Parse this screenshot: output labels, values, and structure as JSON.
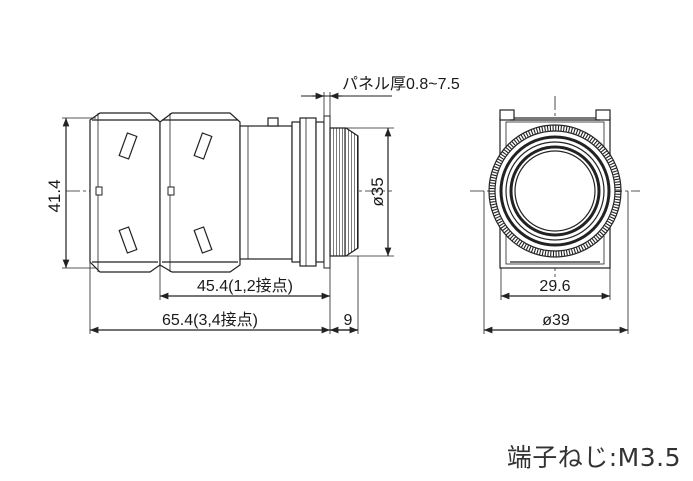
{
  "side_view": {
    "panel_thickness_label": "パネル厚0.8~7.5",
    "height_label": "41.4",
    "diameter_label": "ø35",
    "length_12_label": "45.4(1,2接点)",
    "length_34_label": "65.4(3,4接点)",
    "front_depth_label": "9"
  },
  "front_view": {
    "inner_diameter_label": "29.6",
    "outer_diameter_label": "ø39"
  },
  "terminal_note": "端子ねじ:M3.5"
}
